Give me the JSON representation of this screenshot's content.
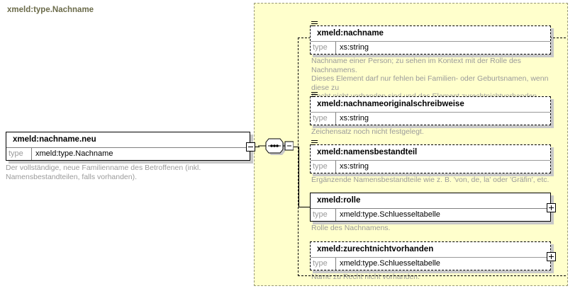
{
  "diagram": {
    "kind": "xsd-schema-diagram",
    "root_element": {
      "name": "xmeld:nachname.neu",
      "type_label": "type",
      "type_value": "xmeld:type.Nachname",
      "annotation": "Der vollständige, neue Familienname des Betroffenen (inkl. Namensbestandteilen, falls vorhanden).",
      "expander": "minus"
    },
    "type_container": {
      "title": "xmeld:type.Nachname",
      "compositor": "sequence",
      "compositor_expander": "minus"
    },
    "children": [
      {
        "name": "xmeld:nachname",
        "type_label": "type",
        "type_value": "xs:string",
        "annotation": "Nachname einer Person; zu sehen im Kontext mit der Rolle des Nachnamens.\nDieses Element darf nur fehlen bei Familien- oder Geburtsnamen, wenn diese zu\nRecht nicht vorhanden sind und das Element zurechtnichtvorhanden entsprechend\ngesetzt ist.",
        "occurrence": "optional",
        "expander": null,
        "has_content_glyph": true
      },
      {
        "name": "xmeld:nachnameoriginalschreibweise",
        "type_label": "type",
        "type_value": "xs:string",
        "annotation": "Zeichensatz noch nicht festgelegt.",
        "occurrence": "optional",
        "expander": null,
        "has_content_glyph": true
      },
      {
        "name": "xmeld:namensbestandteil",
        "type_label": "type",
        "type_value": "xs:string",
        "annotation": "Ergänzende Namensbestandteile wie z. B. 'von, de, la' oder 'Gräfin', etc.",
        "occurrence": "optional",
        "expander": null,
        "has_content_glyph": true
      },
      {
        "name": "xmeld:rolle",
        "type_label": "type",
        "type_value": "xmeld:type.Schluesseltabelle",
        "annotation": "Rolle des Nachnamens.",
        "occurrence": "required",
        "expander": "plus",
        "has_content_glyph": false
      },
      {
        "name": "xmeld:zurechtnichtvorhanden",
        "type_label": "type",
        "type_value": "xmeld:type.Schluesseltabelle",
        "annotation": "Name zu Recht nicht vorhanden.",
        "occurrence": "optional",
        "expander": "plus",
        "has_content_glyph": false
      }
    ],
    "colors": {
      "container_background": "#ffffcc",
      "container_border": "#999977",
      "container_title": "#6b6b4a",
      "annotation_text": "#9a9a9a",
      "box_shadow": "#c8c8c8",
      "type_label": "#9a9a9a"
    }
  }
}
